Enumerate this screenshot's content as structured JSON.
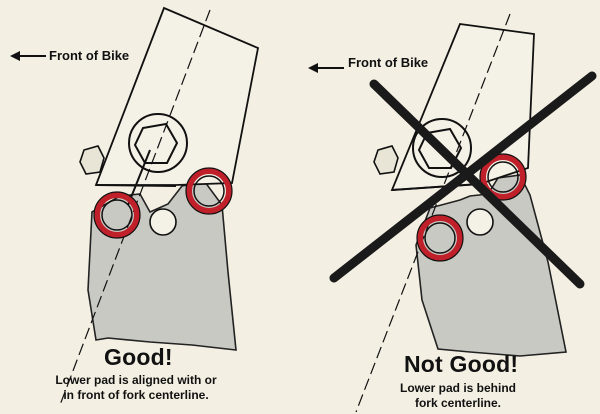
{
  "left_panel": {
    "front_label": "Front of Bike",
    "verdict": "Good!",
    "caption_line1": "Lower pad is aligned with or",
    "caption_line2": "in front of fork centerline."
  },
  "right_panel": {
    "front_label": "Front of Bike",
    "verdict": "Not Good!",
    "caption_line1": "Lower pad is behind",
    "caption_line2": "fork centerline."
  },
  "colors": {
    "background": "#f3efe2",
    "plate": "#c9c9c4",
    "pad_ring": "#c0202a",
    "ink": "#111111",
    "cross": "#1a1a1a"
  }
}
